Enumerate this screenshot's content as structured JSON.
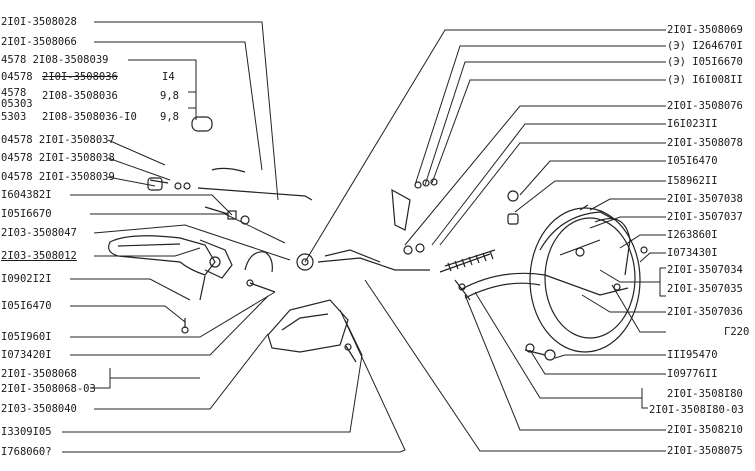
{
  "diagram": {
    "left_labels": [
      "2I0I-3508028",
      "2I0I-3508066",
      "4578 2I08-3508039",
      "04578",
      "2I0I-3508036",
      "I4",
      "4578",
      "05303",
      "2I08-3508036",
      "9,8",
      "5303",
      "2I08-3508036-I0",
      "9,8",
      "04578 2I0I-3508037",
      "04578 2I0I-3508038",
      "04578 2I0I-3508039",
      "I604382I",
      "I05I6670",
      "2I03-3508047",
      "2I03-3508012",
      "I0902I2I",
      "I05I6470",
      "I05I960I",
      "I073420I",
      "2I0I-3508068",
      "2I0I-3508068-03",
      "2I03-3508040",
      "I3309I05",
      "I768060?"
    ],
    "right_labels": [
      "2I0I-3508069",
      "(Э) I264670I",
      "(Э) I05I6670",
      "(Э) I6I008II",
      "2I0I-3508076",
      "I6I023II",
      "2I0I-3508078",
      "I05I6470",
      "I58962II",
      "2I0I-3507038",
      "2I0I-3507037",
      "I263860I",
      "I073430I",
      "2I0I-3507034",
      "2I0I-3507035",
      "2I0I-3507036",
      "Г220",
      "III95470",
      "I09776II",
      "2I0I-3508I80",
      "2I0I-3508I80-03",
      "2I0I-3508210",
      "2I0I-3508075"
    ]
  }
}
